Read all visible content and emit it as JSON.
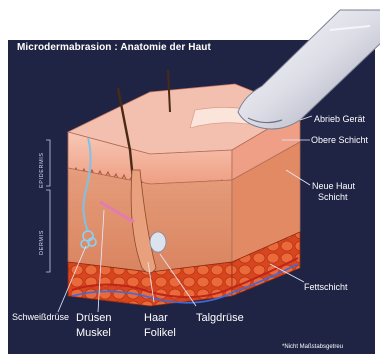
{
  "title": "Microdermabrasion : Anatomie der Haut",
  "labels": {
    "device": "Abrieb Gerät",
    "upper_layer": "Obere Schicht",
    "new_skin_line1": "Neue Haut",
    "new_skin_line2": "Schicht",
    "fat_layer": "Fettschicht",
    "sweat_gland": "Schweißdrüse",
    "gland_muscle_line1": "Drüsen",
    "gland_muscle_line2": "Muskel",
    "hair_follicle_line1": "Haar",
    "hair_follicle_line2": "Folikel",
    "sebaceous_gland": "Talgdrüse",
    "epidermis": "EPIDERMIS",
    "dermis": "DERMIS"
  },
  "footnote": "*Nicht Maßstabsgetreu",
  "colors": {
    "panel": "#1f2344",
    "epidermis": "#f4b6a2",
    "dermis": "#ec9a72",
    "fat": "#e0542c",
    "device": "#e7e8ee"
  }
}
